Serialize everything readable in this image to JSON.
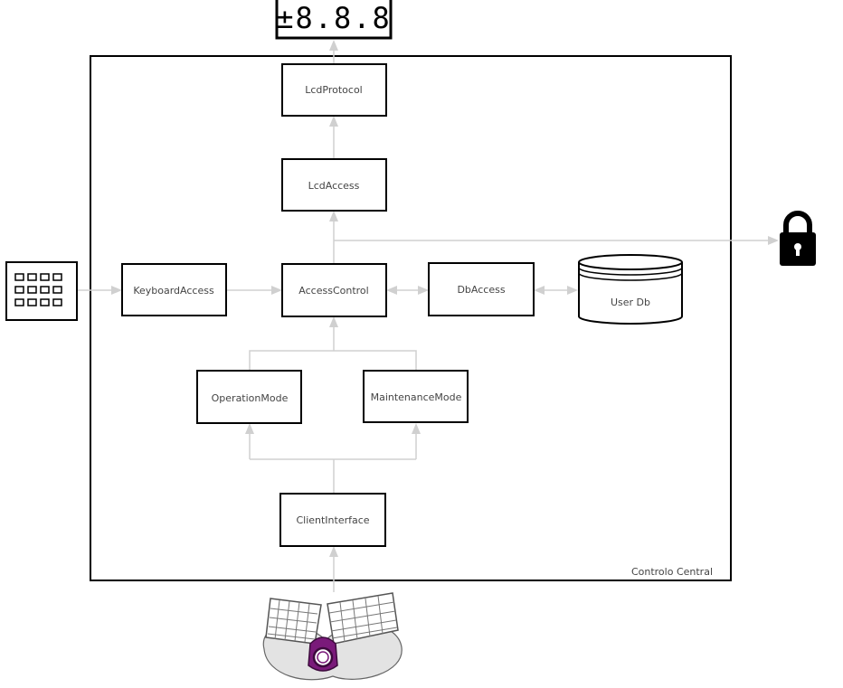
{
  "container": {
    "label": "Controlo Central"
  },
  "components": {
    "lcd_protocol": "LcdProtocol",
    "lcd_access": "LcdAccess",
    "keyboard_access": "KeyboardAccess",
    "access_control": "AccessControl",
    "db_access": "DbAccess",
    "operation_mode": "OperationMode",
    "maintenance_mode": "MaintenanceMode",
    "client_interface": "ClientInterface"
  },
  "database": {
    "label": "User Db"
  },
  "lcd_display": {
    "readout": "±8.8.8"
  },
  "external_devices": [
    "lcd-display-icon",
    "keypad-icon",
    "padlock-icon",
    "ergonomic-keyboard-icon"
  ],
  "colors": {
    "box_stroke": "#000000",
    "connector": "#d0d0d0",
    "text": "#444444",
    "joystick": "#7a1a7a"
  }
}
